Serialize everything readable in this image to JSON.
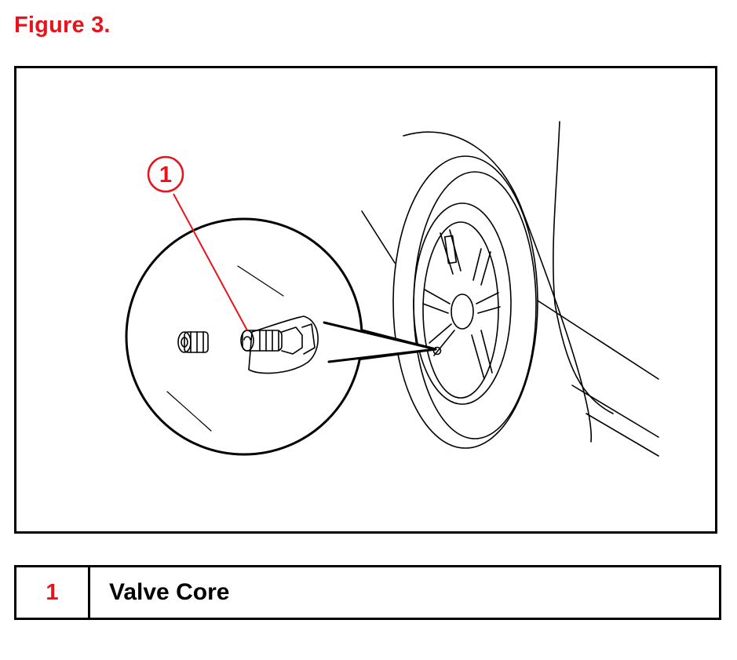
{
  "figure": {
    "title": "Figure 3.",
    "accent_color": "#e8141c",
    "callouts": [
      {
        "number": "1",
        "label": "Valve Core",
        "icon": "valve-core-icon"
      }
    ]
  },
  "legend": {
    "rows": [
      {
        "number": "1",
        "description": "Valve Core"
      }
    ]
  }
}
